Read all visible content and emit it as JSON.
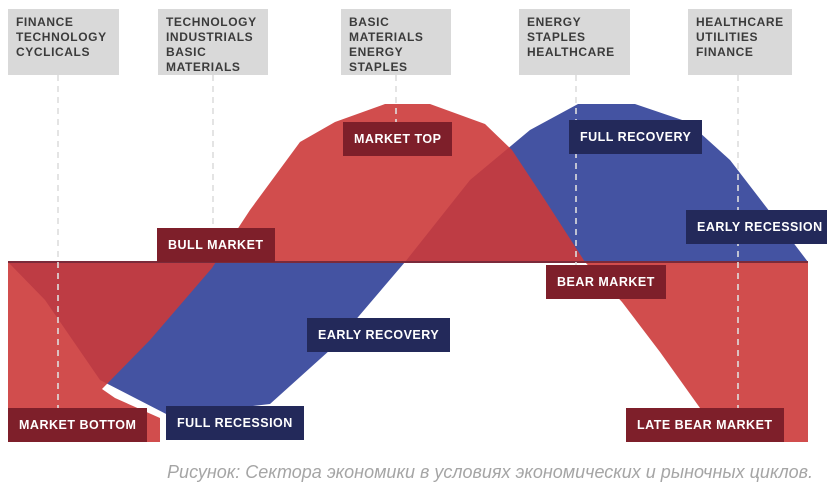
{
  "sectors": [
    {
      "lines": [
        "FINANCE",
        "TECHNOLOGY",
        "CYCLICALS"
      ]
    },
    {
      "lines": [
        "TECHNOLOGY",
        "INDUSTRIALS",
        "BASIC",
        "MATERIALS"
      ]
    },
    {
      "lines": [
        "BASIC",
        "MATERIALS",
        "ENERGY",
        "STAPLES"
      ]
    },
    {
      "lines": [
        "ENERGY",
        "STAPLES",
        "HEALTHCARE"
      ]
    },
    {
      "lines": [
        "HEALTHCARE",
        "UTILITIES",
        "FINANCE"
      ]
    }
  ],
  "market_phases": {
    "market_bottom": "MARKET BOTTOM",
    "bull_market": "BULL MARKET",
    "market_top": "MARKET TOP",
    "bear_market": "BEAR MARKET",
    "late_bear_market": "LATE BEAR MARKET"
  },
  "economic_phases": {
    "full_recession": "FULL RECESSION",
    "early_recovery": "EARLY RECOVERY",
    "full_recovery": "FULL RECOVERY",
    "early_recession": "EARLY RECESSION"
  },
  "caption": "Рисунок: Сектора экономики в условиях экономических и рыночных циклов.",
  "colors": {
    "market_cycle": "#cc3a3a",
    "economic_cycle": "#34449a",
    "sector_box": "#d9d9d9",
    "label_red": "#7e1f2a",
    "label_blue": "#23295a",
    "caption": "#a5a5a5"
  }
}
